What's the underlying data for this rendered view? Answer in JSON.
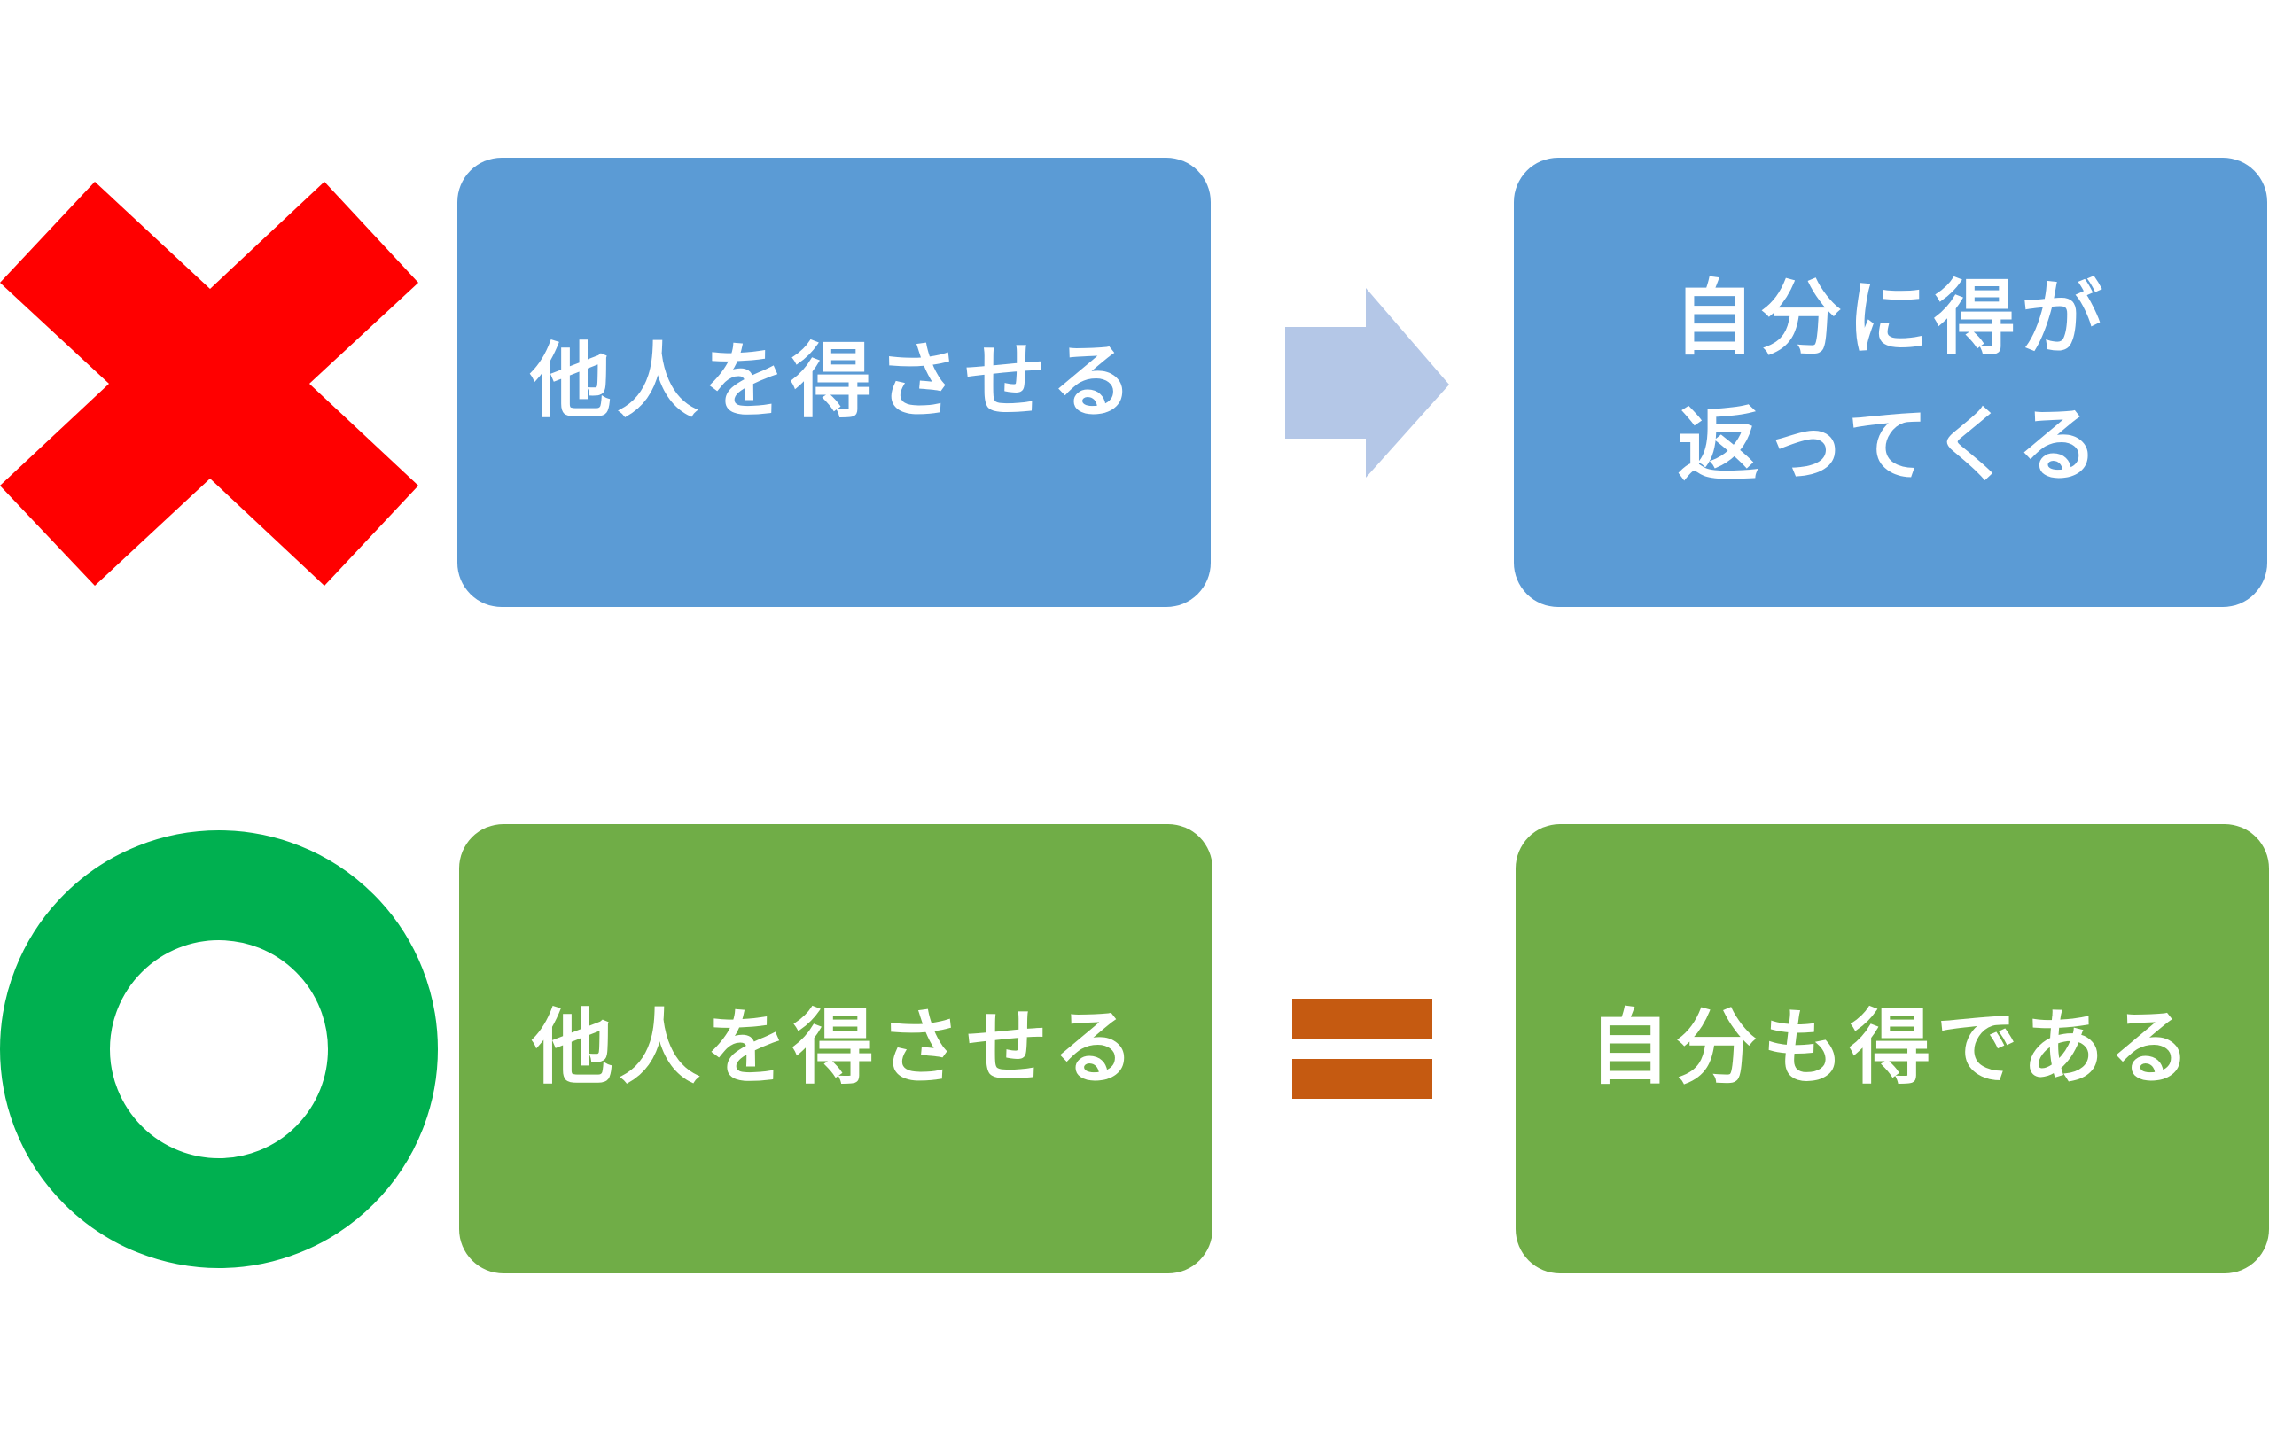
{
  "colors": {
    "blue_box": "#5b9bd5",
    "green_box": "#70ad47",
    "cross": "#ff0000",
    "circle": "#00b050",
    "arrow": "#b4c7e7",
    "equals": "#c55a11",
    "text": "#ffffff"
  },
  "icons": {
    "top_mark": "cross-icon",
    "bottom_mark": "circle-icon",
    "top_connector": "arrow-right-icon",
    "bottom_connector": "equals-icon"
  },
  "top_row": {
    "left_box": {
      "lines": [
        "他人を得させる"
      ]
    },
    "right_box": {
      "lines": [
        "自分に得が",
        "返ってくる"
      ]
    }
  },
  "bottom_row": {
    "left_box": {
      "lines": [
        "他人を得させる"
      ]
    },
    "right_box": {
      "lines": [
        "自分も得である"
      ]
    }
  }
}
